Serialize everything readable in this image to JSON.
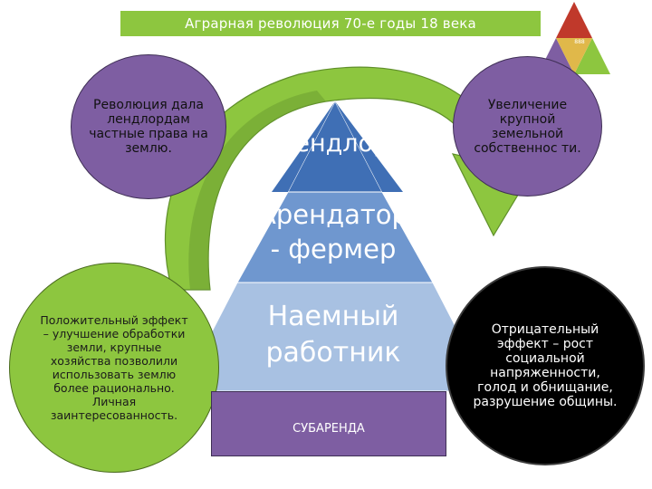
{
  "title": "Аграрная революция 70-е годы 18 века",
  "circles": {
    "left_top": "Революция дала лендлордам частные права на землю.",
    "right_top": "Увеличение крупной земельной собственнос ти.",
    "left_bottom": "Положительный эффект – улучшение обработки земли, крупные хозяйства позволили использовать землю более рационально. Личная заинтересованность.",
    "right_bottom": "Отрицательный эффект – рост социальной напряженности, голод и обнищание, разрушение общины."
  },
  "pyramid": {
    "top": "лендлорд",
    "middle_line1": "Арендатор",
    "middle_line2": "- фермер",
    "bottom_line1": "Наемный",
    "bottom_line2": "работник"
  },
  "subarenda": "СУБАРЕНДА",
  "logo_label": "888",
  "colors": {
    "green": "#8dc63f",
    "purple": "#7e5ea2",
    "pyramid_dark": "#3f6fb5",
    "pyramid_mid": "#6f97cf",
    "pyramid_light": "#a8c1e2",
    "red": "#c0392b",
    "gold": "#e0b84a"
  }
}
